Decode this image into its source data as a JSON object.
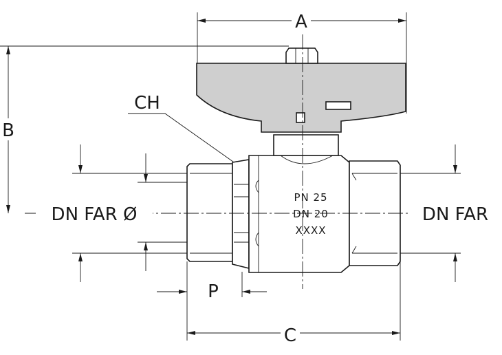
{
  "labels": {
    "dim_a": "A",
    "dim_b": "B",
    "dim_c": "C",
    "dim_p": "P",
    "dim_ch": "CH",
    "dn_far_left": "DN FAR Ø",
    "dn_far_right": "DN FAR"
  },
  "body_marking": {
    "line1": "PN  25",
    "line2": "DN  20",
    "line3": "XXXX"
  }
}
